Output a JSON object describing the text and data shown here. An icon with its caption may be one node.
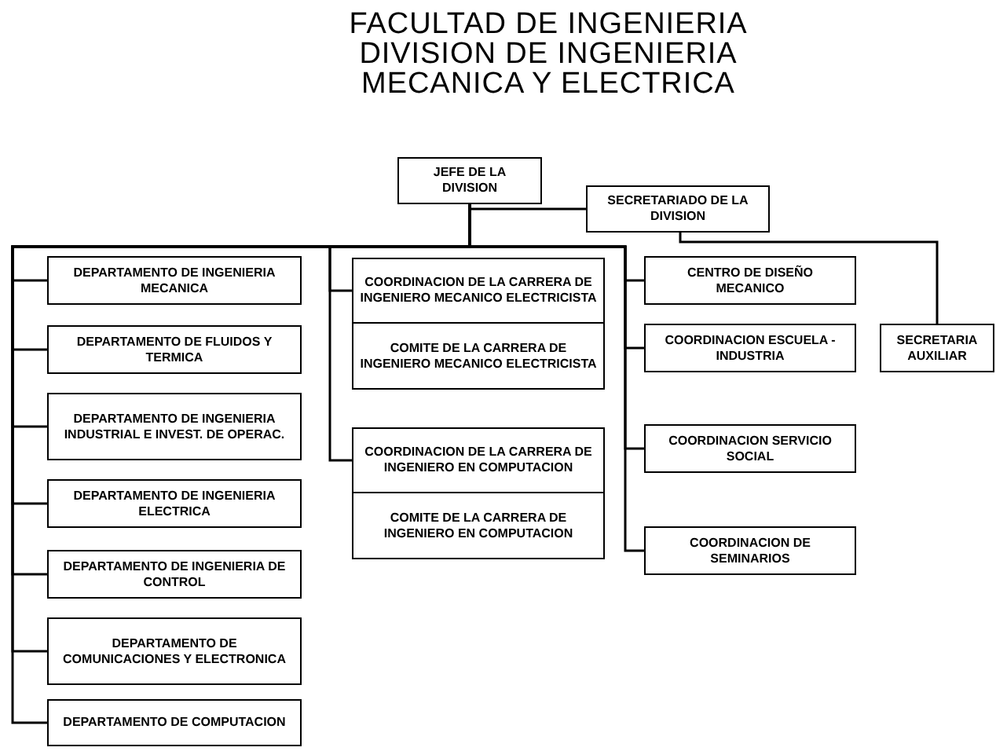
{
  "diagram": {
    "title": "FACULTAD DE INGENIERIA DIVISION DE INGENIERIA MECANICA Y ELECTRICA",
    "nodes": [
      {
        "text": [
          "JEFE DE LA DIVISION"
        ]
      },
      {
        "text": [
          "SECRETARIADO DE LA DIVISION"
        ]
      },
      {
        "text": [
          "DEPARTAMENTO DE INGENIERIA MECANICA"
        ]
      },
      {
        "text": [
          "DEPARTAMENTO DE FLUIDOS Y TERMICA"
        ]
      },
      {
        "text": [
          "DEPARTAMENTO DE INGENIERIA INDUSTRIAL E INVEST. DE OPERAC."
        ]
      },
      {
        "text": [
          "DEPARTAMENTO DE INGENIERIA ELECTRICA"
        ]
      },
      {
        "text": [
          "DEPARTAMENTO DE INGENIERIA DE CONTROL"
        ]
      },
      {
        "text": [
          "DEPARTAMENTO DE COMUNICACIONES Y ELECTRONICA"
        ]
      },
      {
        "text": [
          "DEPARTAMENTO DE COMPUTACION"
        ]
      },
      {
        "text": [
          "COORDINACION DE LA CARRERA DE INGENIERO MECANICO ELECTRICISTA"
        ]
      },
      {
        "text": [
          "COMITE DE LA CARRERA DE INGENIERO MECANICO ELECTRICISTA"
        ]
      },
      {
        "text": [
          "COORDINACION DE LA CARRERA DE INGENIERO EN COMPUTACION"
        ]
      },
      {
        "text": [
          "COMITE DE LA CARRERA DE INGENIERO EN COMPUTACION"
        ]
      },
      {
        "text": [
          "CENTRO DE DISEÑO MECANICO"
        ]
      },
      {
        "text": [
          "COORDINACION ESCUELA - INDUSTRIA"
        ]
      },
      {
        "text": [
          "COORDINACION SERVICIO SOCIAL"
        ]
      },
      {
        "text": [
          "COORDINACION DE SEMINARIOS"
        ]
      },
      {
        "text": [
          "SECRETARIA AUXILIAR"
        ]
      }
    ],
    "edges": [
      {
        "from": 0,
        "to": 1,
        "arrow": "none"
      },
      {
        "from": 0,
        "to": 2,
        "arrow": "none"
      },
      {
        "from": 0,
        "to": 3,
        "arrow": "none"
      },
      {
        "from": 0,
        "to": 4,
        "arrow": "none"
      },
      {
        "from": 0,
        "to": 5,
        "arrow": "none"
      },
      {
        "from": 0,
        "to": 6,
        "arrow": "none"
      },
      {
        "from": 0,
        "to": 7,
        "arrow": "none"
      },
      {
        "from": 0,
        "to": 8,
        "arrow": "none"
      },
      {
        "from": 0,
        "to": 9,
        "arrow": "none"
      },
      {
        "from": 0,
        "to": 11,
        "arrow": "none"
      },
      {
        "from": 0,
        "to": 13,
        "arrow": "none"
      },
      {
        "from": 0,
        "to": 14,
        "arrow": "none"
      },
      {
        "from": 0,
        "to": 15,
        "arrow": "none"
      },
      {
        "from": 0,
        "to": 16,
        "arrow": "none"
      },
      {
        "from": 1,
        "to": 17,
        "arrow": "none"
      }
    ]
  }
}
